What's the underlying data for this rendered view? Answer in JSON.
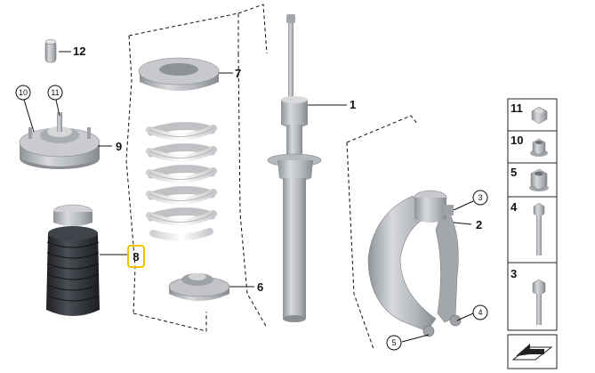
{
  "diagram": {
    "callouts": {
      "c1": "1",
      "c2": "2",
      "c3": "3",
      "c4": "4",
      "c5": "5",
      "c6": "6",
      "c7": "7",
      "c8": "8",
      "c9": "9",
      "c10": "10",
      "c11": "11",
      "c12": "12"
    },
    "highlighted_callout": "8",
    "highlight_color": "#f2c200",
    "part_colors": {
      "metal": "#b9bcc0",
      "rubber": "#2f3237",
      "spring": "#f4f4f4"
    }
  },
  "legend": {
    "items": [
      {
        "num": "11",
        "icon": "nut-icon"
      },
      {
        "num": "10",
        "icon": "flange-nut-icon"
      },
      {
        "num": "5",
        "icon": "collar-nut-icon"
      },
      {
        "num": "4",
        "icon": "hex-bolt-long-icon"
      },
      {
        "num": "3",
        "icon": "hex-bolt-short-icon"
      }
    ],
    "footer_icon": "assembly-arrow-icon"
  }
}
